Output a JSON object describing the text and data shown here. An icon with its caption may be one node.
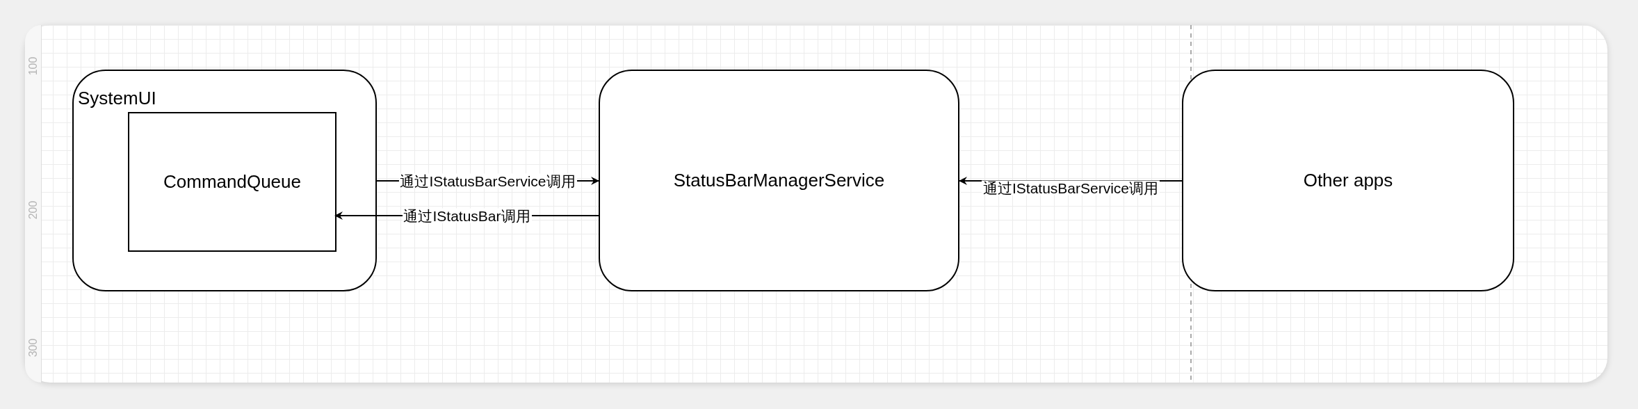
{
  "diagram": {
    "nodes": [
      {
        "text": [
          "SystemUI"
        ]
      },
      {
        "text": [
          "CommandQueue"
        ],
        "in": 0
      },
      {
        "text": [
          "StatusBarManagerService"
        ]
      },
      {
        "text": [
          "Other apps"
        ]
      }
    ],
    "edges": [
      {
        "from": 0,
        "to": 2,
        "arrow": "to",
        "label": "通过IStatusBarService调用"
      },
      {
        "from": 2,
        "to": 1,
        "arrow": "to",
        "label": "通过IStatusBar调用"
      },
      {
        "from": 3,
        "to": 2,
        "arrow": "to",
        "label": "通过IStatusBarService调用"
      }
    ],
    "labels": [
      "100",
      "200",
      "300"
    ]
  }
}
